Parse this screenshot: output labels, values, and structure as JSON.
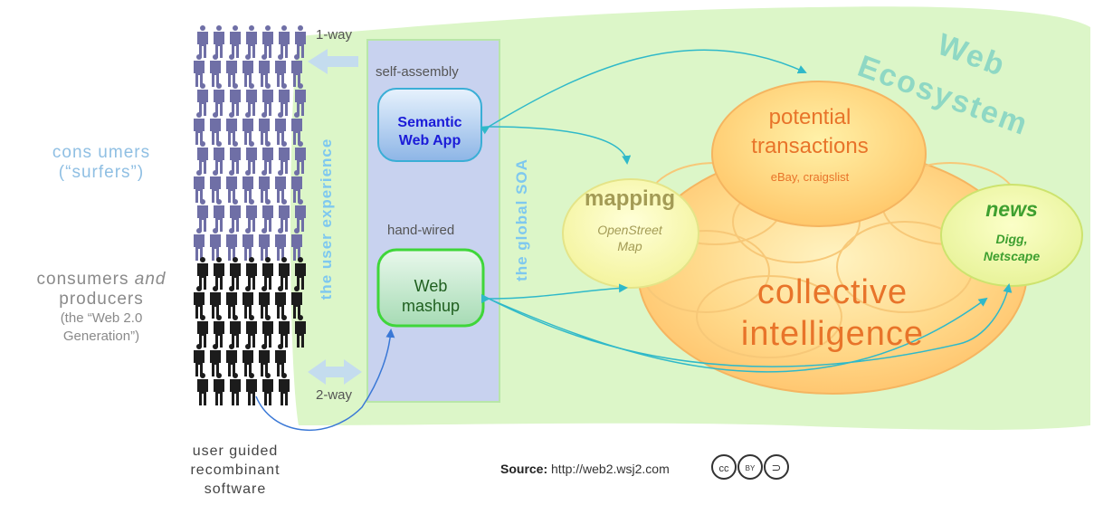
{
  "diagram": {
    "left_labels": {
      "consumers": [
        "cons umers",
        "(“surfers”)"
      ],
      "producers": [
        "consumers and",
        "producers"
      ],
      "producers_sub": [
        "(the “Web 2.0",
        "Generation”)"
      ],
      "guided": [
        "user guided",
        "recombinant",
        "software"
      ]
    },
    "arrows": {
      "one_way": "1-way",
      "two_way": "2-way"
    },
    "column": {
      "self_assembly": "self-assembly",
      "hand_wired": "hand-wired",
      "user_experience": "the user experience",
      "global_soa": "the global SOA",
      "semantic_app": [
        "Semantic",
        "Web App"
      ],
      "mashup": [
        "Web",
        "mashup"
      ]
    },
    "ecosystem": {
      "title": [
        "Web",
        "Ecosystem"
      ],
      "potential": [
        "potential",
        "transactions",
        "eBay, craigslist"
      ],
      "mapping": [
        "mapping",
        "OpenStreet",
        "Map"
      ],
      "news": [
        "news",
        "Digg,",
        "Netscape"
      ],
      "collective": [
        "collective",
        "intelligence"
      ]
    },
    "source": {
      "label": "Source:",
      "url": "http://web2.wsj2.com"
    },
    "license_badges": [
      "cc",
      "BY",
      "⊃"
    ],
    "colors": {
      "ecosystem_green": "#dcf6c8",
      "column_blue": "#c9d3ef",
      "semantic_box": "#9ec6f0",
      "mashup_box": "#b9e8c7",
      "orange": "#e8742a",
      "people_blue": "#6f6fa6",
      "people_black": "#1c1c1c",
      "arrow_teal": "#2fb9c9"
    }
  }
}
